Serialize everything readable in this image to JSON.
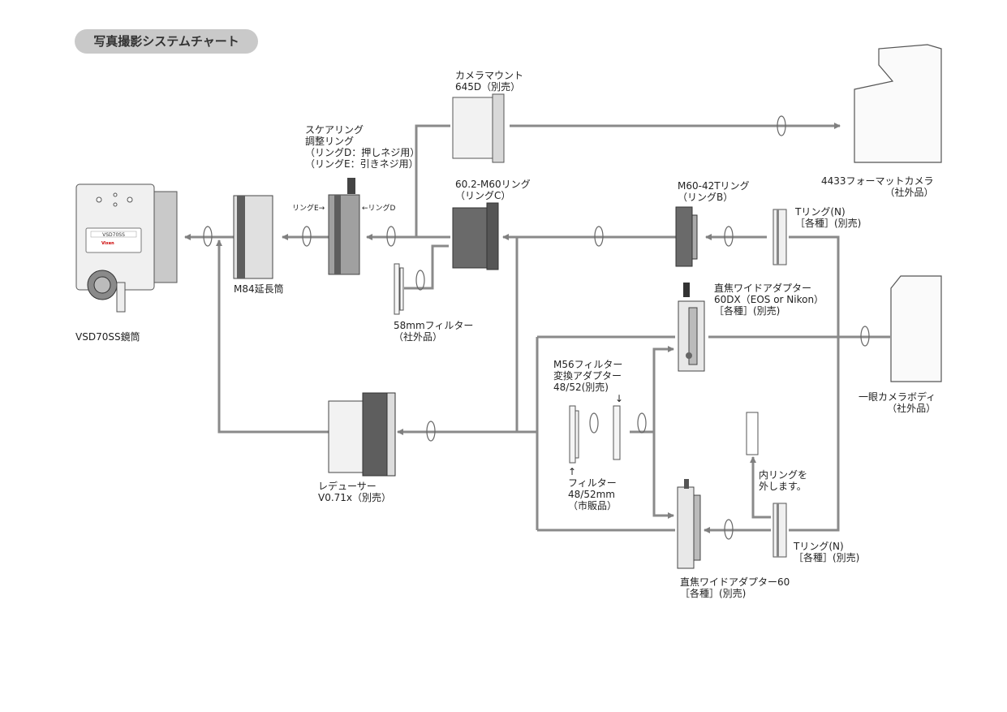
{
  "title": "写真撮影システムチャート",
  "labels": {
    "camera_mount": [
      "カメラマウント",
      "645D（別売）"
    ],
    "camera_4433": [
      "4433フォーマットカメラ",
      "（社外品）"
    ],
    "square_ring": [
      "スケアリング",
      "調整リング",
      "（リングD：押しネジ用）",
      "（リングE：引きネジ用）"
    ],
    "ring_e": "リングE→",
    "ring_d": "←リングD",
    "ring_c": [
      "60.2-M60リング",
      "（リングC）"
    ],
    "ring_b": [
      "M60-42Tリング",
      "（リングB）"
    ],
    "t_ring_top": [
      "Tリング(N)",
      "［各種］(別売)"
    ],
    "m84": "M84延長筒",
    "vsd": "VSD70SS鏡筒",
    "filter_58": [
      "58mmフィルター",
      "（社外品）"
    ],
    "adapter_60dx": [
      "直焦ワイドアダプター",
      "60DX（EOS or Nikon）",
      "［各種］(別売)"
    ],
    "slr": [
      "一眼カメラボディ",
      "（社外品）"
    ],
    "m56": [
      "M56フィルター",
      "変換アダプター",
      "48/52(別売)"
    ],
    "down_arrow": "↓",
    "filter_4852": [
      "↑",
      "フィルター",
      "48/52mm",
      "（市販品）"
    ],
    "inner_ring": [
      "内リングを",
      "外します。"
    ],
    "t_ring_bottom": [
      "Tリング(N)",
      "［各種］(別売)"
    ],
    "adapter_60": [
      "直焦ワイドアダプター60",
      "［各種］(別売)"
    ],
    "reducer": [
      "レデューサー",
      "V0.71x（別売）"
    ],
    "scope_label": "VSD70SS",
    "scope_brand": "Vixen"
  },
  "colors": {
    "line": "#7f7f7f",
    "part_dark": "#5e5e5e",
    "part_mid": "#9a9a9a",
    "part_light": "#e8e8e8",
    "title_bg": "#c9c9c9"
  }
}
